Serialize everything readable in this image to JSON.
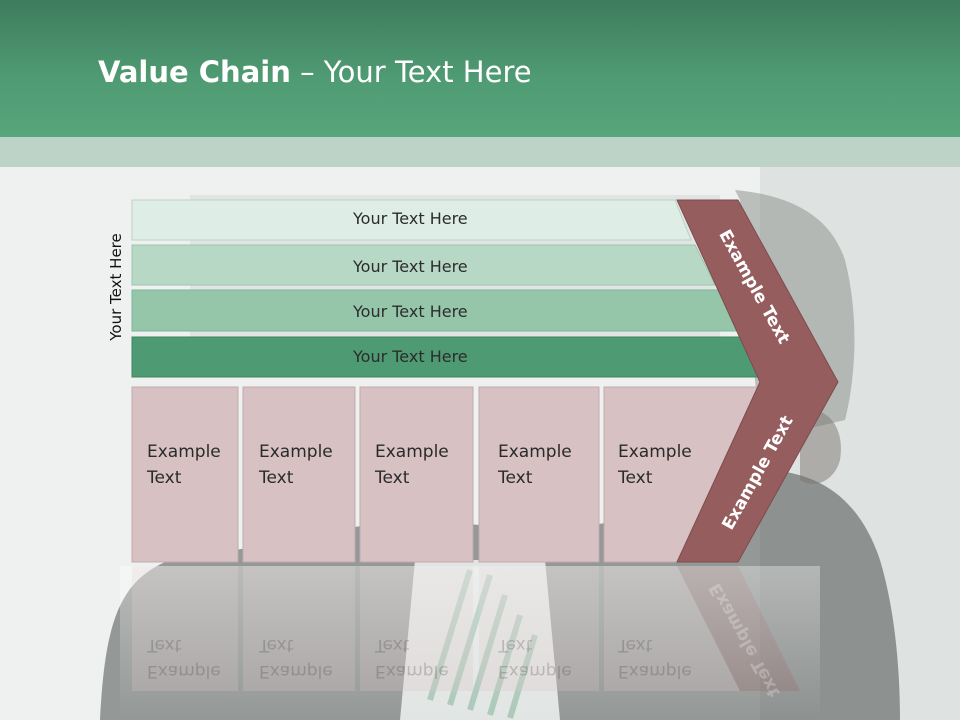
{
  "title": {
    "bold": "Value Chain",
    "rest": " – Your Text Here"
  },
  "side_label": "Your Text Here",
  "bars": [
    {
      "label": "Your Text Here"
    },
    {
      "label": "Your Text Here"
    },
    {
      "label": "Your Text Here"
    },
    {
      "label": "Your Text Here"
    }
  ],
  "boxes": [
    {
      "line1": "Example",
      "line2": "Text"
    },
    {
      "line1": "Example",
      "line2": "Text"
    },
    {
      "line1": "Example",
      "line2": "Text"
    },
    {
      "line1": "Example",
      "line2": "Text"
    },
    {
      "line1": "Example",
      "line2": "Text"
    }
  ],
  "chevron": {
    "top_label": "Example Text",
    "bottom_label": "Example Text"
  },
  "colors": {
    "header_green": "#4e9a72",
    "bar_1": "#deede5",
    "bar_2": "#b8d8c6",
    "bar_3": "#95c6aa",
    "bar_4": "#4e9a72",
    "box_fill": "#d7c1c3",
    "chevron_fill": "#955d5e"
  }
}
